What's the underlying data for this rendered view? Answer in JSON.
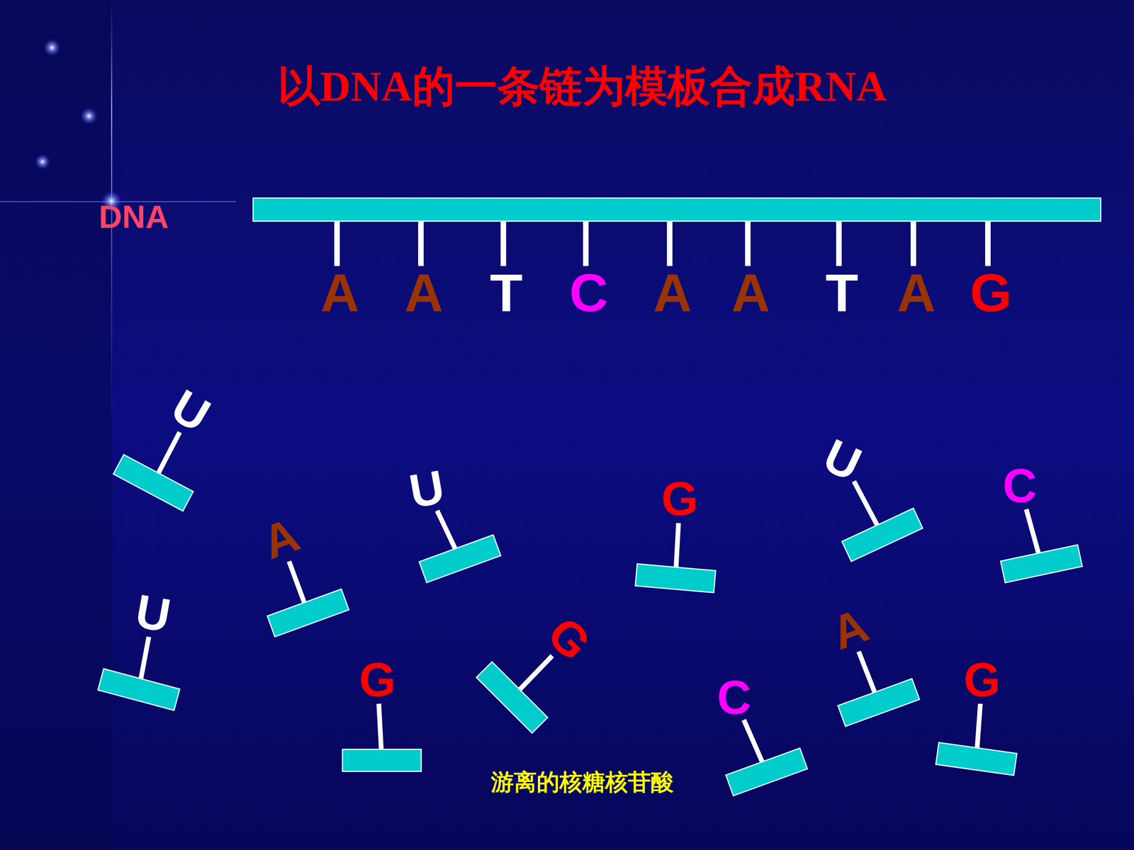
{
  "diagram": {
    "title": "以DNA的一条链为模板合成RNA",
    "caption": "游离的核糖核苷酸",
    "labels": [
      "DNA",
      "A",
      "A",
      "T",
      "C",
      "A",
      "A",
      "T",
      "A",
      "G",
      "U",
      "A",
      "U",
      "G",
      "U",
      "C",
      "U",
      "G",
      "G",
      "C",
      "A",
      "G"
    ]
  }
}
